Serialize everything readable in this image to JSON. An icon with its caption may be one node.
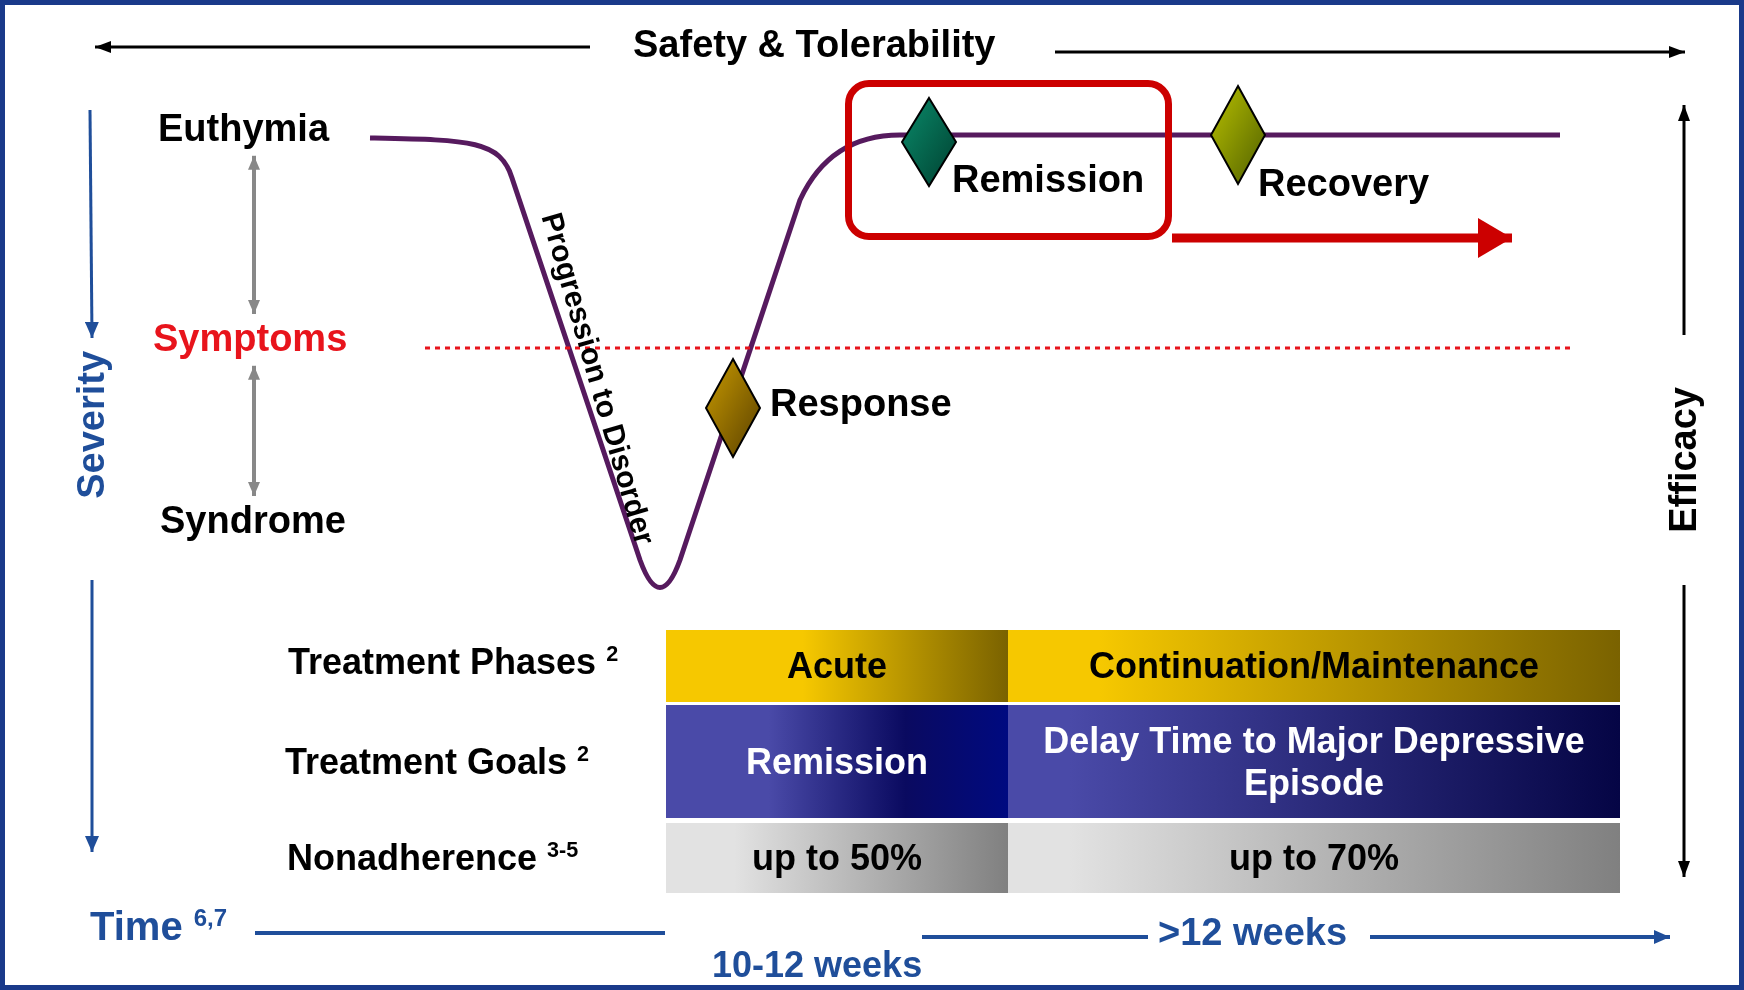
{
  "diagram": {
    "nodes": [
      {
        "text": [
          "Euthymia"
        ]
      },
      {
        "text": [
          "Symptoms"
        ]
      },
      {
        "text": [
          "Syndrome"
        ]
      },
      {
        "text": [],
        "shape": "diamond",
        "beside": [
          "Response"
        ]
      },
      {
        "text": [
          "Remission"
        ]
      },
      {
        "text": [],
        "shape": "diamond",
        "in": 4
      },
      {
        "text": [],
        "shape": "diamond",
        "beside": [
          "Recovery"
        ]
      },
      {
        "text": [
          "Acute"
        ]
      },
      {
        "text": [
          "Continuation/Maintenance"
        ]
      },
      {
        "text": [
          "Remission"
        ]
      },
      {
        "text": [
          "Delay Time to Major Depressive Episode"
        ]
      },
      {
        "text": [
          "up to 50%"
        ]
      },
      {
        "text": [
          "up to 70%"
        ]
      }
    ],
    "edges": [
      {
        "from": 0,
        "to": 1,
        "arrow": "both"
      },
      {
        "from": 1,
        "to": 2,
        "arrow": "both"
      },
      {
        "from": 4,
        "to": null,
        "arrow": "to",
        "style": "thick",
        "color": "#cc0000"
      }
    ],
    "labels": [
      "Safety & Tolerability",
      "Severity",
      "Progression to Disorder",
      "Efficacy",
      "Treatment Phases $^{2}$",
      "Treatment Goals $^{2}$",
      "Nonadherence $^{3-5}$",
      "Time $^{6,7}$",
      "10-12 weeks",
      ">12 weeks"
    ]
  }
}
